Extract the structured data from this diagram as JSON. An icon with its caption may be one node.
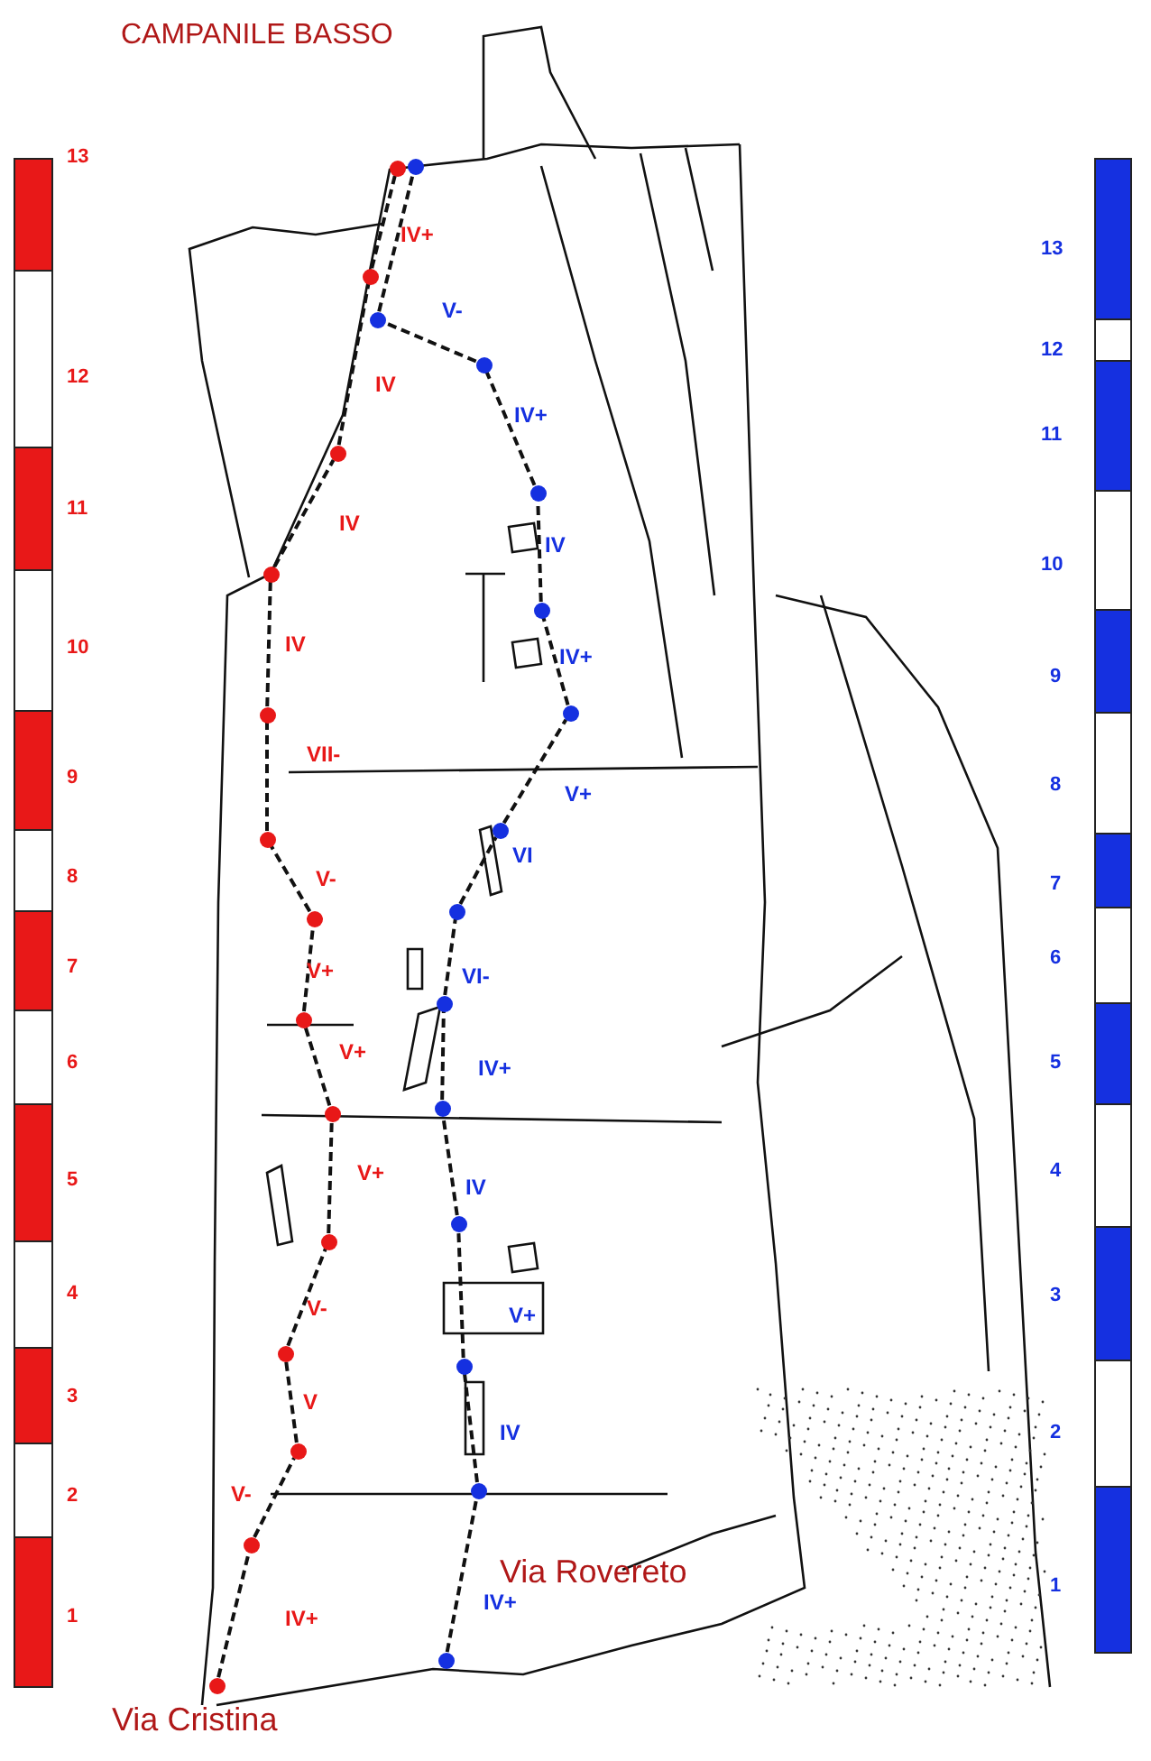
{
  "diagram": {
    "title": "CAMPANILE BASSO",
    "nodes": [
      {
        "text": [],
        "shape": "circle"
      },
      {
        "text": [],
        "shape": "circle"
      },
      {
        "text": [],
        "shape": "circle"
      },
      {
        "text": [],
        "shape": "circle"
      },
      {
        "text": [],
        "shape": "circle"
      },
      {
        "text": [],
        "shape": "circle"
      },
      {
        "text": [],
        "shape": "circle"
      },
      {
        "text": [],
        "shape": "circle"
      },
      {
        "text": [],
        "shape": "circle"
      },
      {
        "text": [],
        "shape": "circle"
      },
      {
        "text": [],
        "shape": "circle"
      },
      {
        "text": [],
        "shape": "circle"
      },
      {
        "text": [],
        "shape": "circle"
      },
      {
        "text": [],
        "shape": "circle",
        "beside": [
          "Via Cristina"
        ]
      },
      {
        "text": [],
        "shape": "circle"
      },
      {
        "text": [],
        "shape": "circle"
      },
      {
        "text": [],
        "shape": "circle"
      },
      {
        "text": [],
        "shape": "circle"
      },
      {
        "text": [],
        "shape": "circle"
      },
      {
        "text": [],
        "shape": "circle"
      },
      {
        "text": [],
        "shape": "circle"
      },
      {
        "text": [],
        "shape": "circle"
      },
      {
        "text": [],
        "shape": "circle"
      },
      {
        "text": [],
        "shape": "circle"
      },
      {
        "text": [],
        "shape": "circle"
      },
      {
        "text": [],
        "shape": "circle"
      },
      {
        "text": [],
        "shape": "circle"
      },
      {
        "text": [],
        "shape": "circle",
        "beside": [
          "Via Rovereto"
        ]
      }
    ],
    "edges": [
      {
        "from": 13,
        "to": 12,
        "arrow": "none",
        "style": "dashed",
        "label": "IV+"
      },
      {
        "from": 12,
        "to": 11,
        "arrow": "none",
        "style": "dashed",
        "label": "V-"
      },
      {
        "from": 11,
        "to": 10,
        "arrow": "none",
        "style": "dashed",
        "label": "V"
      },
      {
        "from": 10,
        "to": 9,
        "arrow": "none",
        "style": "dashed",
        "label": "V-"
      },
      {
        "from": 9,
        "to": 8,
        "arrow": "none",
        "style": "dashed",
        "label": "V+"
      },
      {
        "from": 8,
        "to": 7,
        "arrow": "none",
        "style": "dashed",
        "label": "V+"
      },
      {
        "from": 7,
        "to": 6,
        "arrow": "none",
        "style": "dashed",
        "label": "V+"
      },
      {
        "from": 6,
        "to": 5,
        "arrow": "none",
        "style": "dashed",
        "label": "V-"
      },
      {
        "from": 5,
        "to": 4,
        "arrow": "none",
        "style": "dashed",
        "label": "VII-"
      },
      {
        "from": 4,
        "to": 3,
        "arrow": "none",
        "style": "dashed",
        "label": "IV"
      },
      {
        "from": 3,
        "to": 2,
        "arrow": "none",
        "style": "dashed",
        "label": "IV"
      },
      {
        "from": 2,
        "to": 1,
        "arrow": "none",
        "style": "dashed",
        "label": "IV"
      },
      {
        "from": 1,
        "to": 0,
        "arrow": "none",
        "style": "dashed",
        "label": "IV+"
      },
      {
        "from": 27,
        "to": 26,
        "arrow": "none",
        "style": "dashed",
        "label": "IV+"
      },
      {
        "from": 26,
        "to": 25,
        "arrow": "none",
        "style": "dashed",
        "label": "IV"
      },
      {
        "from": 25,
        "to": 24,
        "arrow": "none",
        "style": "dashed",
        "label": "V+"
      },
      {
        "from": 24,
        "to": 23,
        "arrow": "none",
        "style": "dashed",
        "label": "IV"
      },
      {
        "from": 23,
        "to": 22,
        "arrow": "none",
        "style": "dashed",
        "label": "IV+"
      },
      {
        "from": 22,
        "to": 21,
        "arrow": "none",
        "style": "dashed",
        "label": "VI-"
      },
      {
        "from": 21,
        "to": 20,
        "arrow": "none",
        "style": "dashed",
        "label": "VI"
      },
      {
        "from": 20,
        "to": 19,
        "arrow": "none",
        "style": "dashed",
        "label": "V+"
      },
      {
        "from": 19,
        "to": 18,
        "arrow": "none",
        "style": "dashed",
        "label": "IV+"
      },
      {
        "from": 18,
        "to": 17,
        "arrow": "none",
        "style": "dashed",
        "label": "IV"
      },
      {
        "from": 17,
        "to": 16,
        "arrow": "none",
        "style": "dashed",
        "label": "IV+"
      },
      {
        "from": 16,
        "to": 15,
        "arrow": "none",
        "style": "dashed",
        "label": "V-"
      },
      {
        "from": 15,
        "to": 14,
        "arrow": "none",
        "style": "dashed"
      }
    ],
    "labels": [
      "13",
      "12",
      "11",
      "10",
      "9",
      "8",
      "7",
      "6",
      "5",
      "4",
      "3",
      "2",
      "1",
      "13",
      "12",
      "11",
      "10",
      "9",
      "8",
      "7",
      "6",
      "5",
      "4",
      "3",
      "2",
      "1"
    ]
  }
}
